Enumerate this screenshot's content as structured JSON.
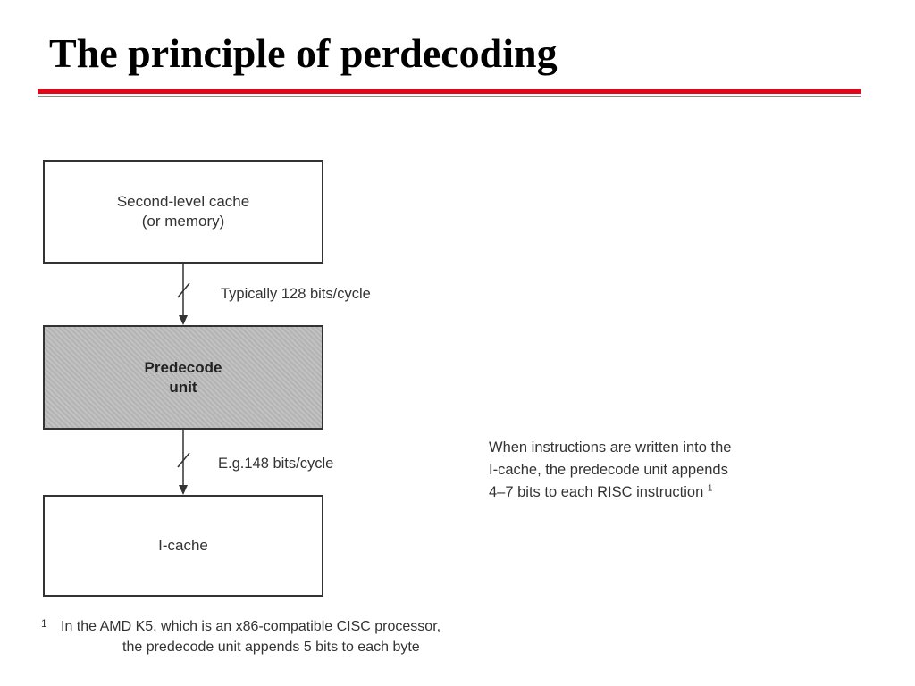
{
  "slide": {
    "title": "The principle of perdecoding"
  },
  "diagram": {
    "boxes": {
      "cache": "Second-level cache\n(or memory)",
      "predecode": "Predecode\nunit",
      "icache": "I-cache"
    },
    "links": {
      "cache_to_predecode": "Typically 128 bits/cycle",
      "predecode_to_icache": "E.g.148 bits/cycle"
    },
    "note": {
      "lines": [
        "When instructions are written into the",
        "I-cache, the predecode unit appends",
        "4–7 bits to each RISC instruction"
      ],
      "footnote_ref": "1"
    }
  },
  "footnote": {
    "marker": "1",
    "line1": "In the AMD K5, which is an x86-compatible CISC processor,",
    "line2": "the predecode unit appends 5 bits to each byte"
  },
  "colors": {
    "accent_rule": "#e3061b",
    "predecode_fill": "#bdbdbd"
  }
}
